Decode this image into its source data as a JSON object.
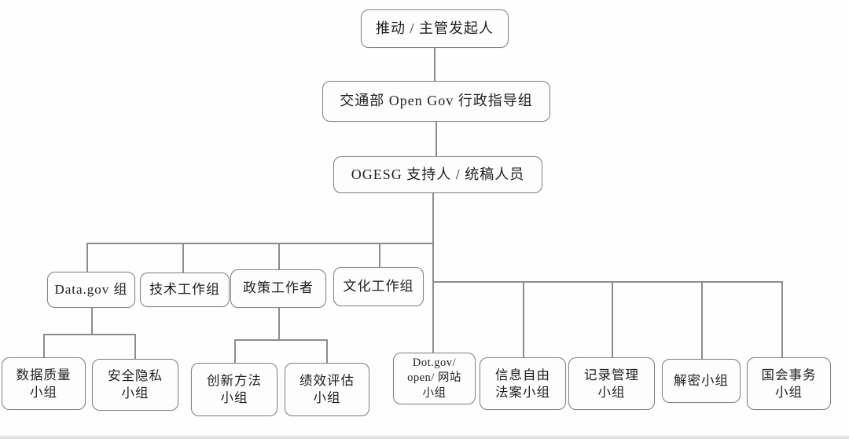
{
  "org_chart": {
    "description": "DOT Open Government organizational chart (Chinese)",
    "nodes": {
      "sponsor": "推动 / 主管发起人",
      "steering_group": "交通部 Open Gov 行政指导组",
      "ogesg_support": "OGESG 支持人 / 统稿人员",
      "datagov_group": "Data.gov 组",
      "tech_workgroup": "技术工作组",
      "policy_workers": "政策工作者",
      "culture_workgroup": "文化工作组",
      "data_quality_subgroup": "数据质量\n小组",
      "security_privacy_subgroup": "安全隐私\n小组",
      "innovation_methods_subgroup": "创新方法\n小组",
      "performance_eval_subgroup": "绩效评估\n小组",
      "dotgov_website_subgroup": "Dot.gov/\nopen/ 网站\n小组",
      "foia_subgroup": "信息自由\n法案小组",
      "records_mgmt_subgroup": "记录管理\n小组",
      "declassification_subgroup": "解密小组",
      "congressional_affairs_subgroup": "国会事务\n小组"
    },
    "colors": {
      "box_border": "#848484",
      "connector": "#8d8d8d",
      "text": "#1f1f1f",
      "background": "#fefefe"
    }
  }
}
